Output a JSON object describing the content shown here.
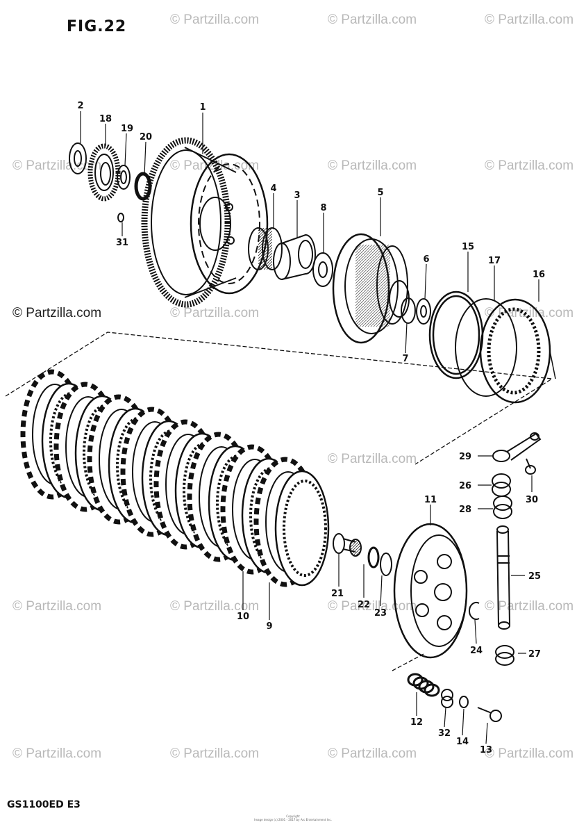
{
  "figure": {
    "title": "FIG.22",
    "model": "GS1100ED E3",
    "copyright_line1": "Copyright",
    "copyright_line2": "Image design (c) 2001 - 2017 by Arc Entertainment Inc."
  },
  "watermarks": [
    "© Partzilla.com",
    "© Partzilla.com",
    "© Partzilla.com",
    "© Partzilla.com",
    "© Partzilla.com",
    "© Partzilla.com",
    "© Partzilla.com",
    "© Partzilla.com",
    "© Partzilla.com",
    "© Partzilla.com",
    "© Partzilla.com",
    "© Partzilla.com",
    "© Partzilla.com",
    "© Partzilla.com",
    "© Partzilla.com",
    "© Partzilla.com",
    "© Partzilla.com",
    "© Partzilla.com",
    "© Partzilla.com"
  ],
  "parts": {
    "p1": "1",
    "p2": "2",
    "p3": "3",
    "p4": "4",
    "p5": "5",
    "p6": "6",
    "p7": "7",
    "p8": "8",
    "p9": "9",
    "p10": "10",
    "p11": "11",
    "p12": "12",
    "p13": "13",
    "p14": "14",
    "p15": "15",
    "p16": "16",
    "p17": "17",
    "p18": "18",
    "p19": "19",
    "p20": "20",
    "p21": "21",
    "p22": "22",
    "p23": "23",
    "p24": "24",
    "p25": "25",
    "p26": "26",
    "p27": "27",
    "p28": "28",
    "p29": "29",
    "p30": "30",
    "p31": "31",
    "p32": "32"
  }
}
